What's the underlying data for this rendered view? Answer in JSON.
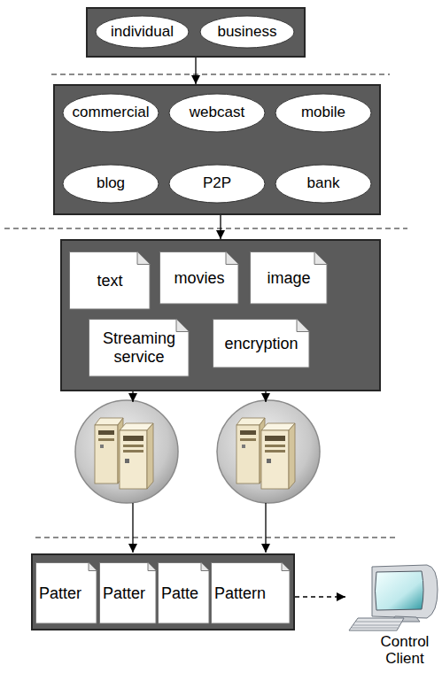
{
  "diagram": {
    "nodes": [
      {
        "text": []
      },
      {
        "text": [
          "individual"
        ],
        "in": 0
      },
      {
        "text": [
          "business"
        ],
        "in": 0
      },
      {
        "text": []
      },
      {
        "text": [
          "commercial"
        ],
        "in": 3
      },
      {
        "text": [
          "webcast"
        ],
        "in": 3
      },
      {
        "text": [
          "mobile"
        ],
        "in": 3
      },
      {
        "text": [
          "blog"
        ],
        "in": 3
      },
      {
        "text": [
          "P2P"
        ],
        "in": 3
      },
      {
        "text": [
          "bank"
        ],
        "in": 3
      },
      {
        "text": []
      },
      {
        "text": [
          "text"
        ],
        "in": 10
      },
      {
        "text": [
          "movies"
        ],
        "in": 10
      },
      {
        "text": [
          "image"
        ],
        "in": 10
      },
      {
        "text": [
          "Streaming service"
        ],
        "in": 10
      },
      {
        "text": [
          "encryption"
        ],
        "in": 10
      },
      {
        "text": []
      },
      {
        "text": [
          "Patter"
        ],
        "in": 16
      },
      {
        "text": [
          "Patter"
        ],
        "in": 16
      },
      {
        "text": [
          "Patte"
        ],
        "in": 16
      },
      {
        "text": [
          "Pattern"
        ],
        "in": 16
      },
      {
        "text": [
          "Control Client"
        ]
      }
    ],
    "edges": [
      {
        "from": 0,
        "to": 3,
        "arrow": "to"
      },
      {
        "from": 3,
        "to": 10,
        "arrow": "to"
      },
      {
        "from": 16,
        "to": 21,
        "arrow": "to"
      }
    ]
  }
}
